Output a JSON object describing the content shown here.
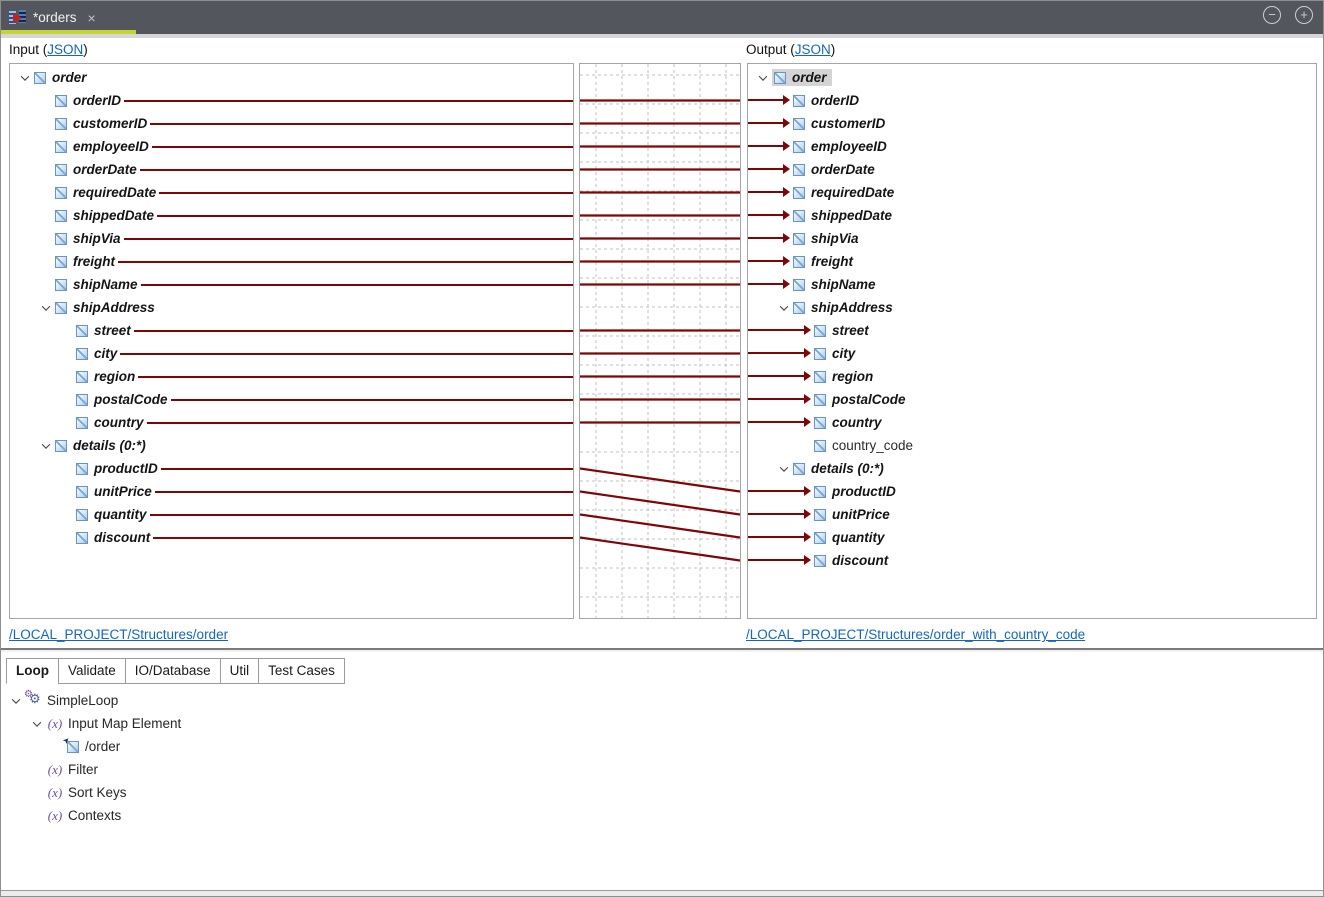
{
  "window": {
    "title": "*orders"
  },
  "icons": {
    "close": "×",
    "minus": "−",
    "plus": "+",
    "gear": "⚙",
    "fx": "(x)"
  },
  "colors": {
    "accent_green": "#c3d434",
    "mapping_line": "#7c0608",
    "link_blue": "#1565c0",
    "titlebar": "#53565d",
    "selection": "#d4d4d4"
  },
  "header": {
    "input_prefix": "Input (",
    "input_link": "JSON",
    "input_suffix": ")",
    "output_prefix": "Output (",
    "output_link": "JSON",
    "output_suffix": ")"
  },
  "input_tree": [
    {
      "label": "order",
      "level": 0,
      "expanded": true,
      "mapped": false
    },
    {
      "label": "orderID",
      "level": 1,
      "mapped": true
    },
    {
      "label": "customerID",
      "level": 1,
      "mapped": true
    },
    {
      "label": "employeeID",
      "level": 1,
      "mapped": true
    },
    {
      "label": "orderDate",
      "level": 1,
      "mapped": true
    },
    {
      "label": "requiredDate",
      "level": 1,
      "mapped": true
    },
    {
      "label": "shippedDate",
      "level": 1,
      "mapped": true
    },
    {
      "label": "shipVia",
      "level": 1,
      "mapped": true
    },
    {
      "label": "freight",
      "level": 1,
      "mapped": true
    },
    {
      "label": "shipName",
      "level": 1,
      "mapped": true
    },
    {
      "label": "shipAddress",
      "level": 1,
      "expanded": true,
      "mapped": false
    },
    {
      "label": "street",
      "level": 2,
      "mapped": true
    },
    {
      "label": "city",
      "level": 2,
      "mapped": true
    },
    {
      "label": "region",
      "level": 2,
      "mapped": true
    },
    {
      "label": "postalCode",
      "level": 2,
      "mapped": true
    },
    {
      "label": "country",
      "level": 2,
      "mapped": true
    },
    {
      "label": "details (0:*)",
      "level": 1,
      "expanded": true,
      "mapped": false
    },
    {
      "label": "productID",
      "level": 2,
      "mapped": true
    },
    {
      "label": "unitPrice",
      "level": 2,
      "mapped": true
    },
    {
      "label": "quantity",
      "level": 2,
      "mapped": true
    },
    {
      "label": "discount",
      "level": 2,
      "mapped": true
    }
  ],
  "output_tree": [
    {
      "label": "order",
      "level": 0,
      "expanded": true,
      "mapped": false,
      "selected": true
    },
    {
      "label": "orderID",
      "level": 1,
      "mapped": true
    },
    {
      "label": "customerID",
      "level": 1,
      "mapped": true
    },
    {
      "label": "employeeID",
      "level": 1,
      "mapped": true
    },
    {
      "label": "orderDate",
      "level": 1,
      "mapped": true
    },
    {
      "label": "requiredDate",
      "level": 1,
      "mapped": true
    },
    {
      "label": "shippedDate",
      "level": 1,
      "mapped": true
    },
    {
      "label": "shipVia",
      "level": 1,
      "mapped": true
    },
    {
      "label": "freight",
      "level": 1,
      "mapped": true
    },
    {
      "label": "shipName",
      "level": 1,
      "mapped": true
    },
    {
      "label": "shipAddress",
      "level": 1,
      "expanded": true,
      "mapped": false
    },
    {
      "label": "street",
      "level": 2,
      "mapped": true
    },
    {
      "label": "city",
      "level": 2,
      "mapped": true
    },
    {
      "label": "region",
      "level": 2,
      "mapped": true
    },
    {
      "label": "postalCode",
      "level": 2,
      "mapped": true
    },
    {
      "label": "country",
      "level": 2,
      "mapped": true
    },
    {
      "label": "country_code",
      "level": 2,
      "mapped": false,
      "plain": true
    },
    {
      "label": "details (0:*)",
      "level": 1,
      "expanded": true,
      "mapped": false
    },
    {
      "label": "productID",
      "level": 2,
      "mapped": true
    },
    {
      "label": "unitPrice",
      "level": 2,
      "mapped": true
    },
    {
      "label": "quantity",
      "level": 2,
      "mapped": true
    },
    {
      "label": "discount",
      "level": 2,
      "mapped": true
    }
  ],
  "mappings": [
    [
      1,
      1
    ],
    [
      2,
      2
    ],
    [
      3,
      3
    ],
    [
      4,
      4
    ],
    [
      5,
      5
    ],
    [
      6,
      6
    ],
    [
      7,
      7
    ],
    [
      8,
      8
    ],
    [
      9,
      9
    ],
    [
      11,
      11
    ],
    [
      12,
      12
    ],
    [
      13,
      13
    ],
    [
      14,
      14
    ],
    [
      15,
      15
    ],
    [
      17,
      18
    ],
    [
      18,
      19
    ],
    [
      19,
      20
    ],
    [
      20,
      21
    ]
  ],
  "links": {
    "input": "/LOCAL_PROJECT/Structures/order",
    "output": "/LOCAL_PROJECT/Structures/order_with_country_code"
  },
  "bottom": {
    "tabs": [
      {
        "label": "Loop",
        "active": true
      },
      {
        "label": "Validate",
        "active": false
      },
      {
        "label": "IO/Database",
        "active": false
      },
      {
        "label": "Util",
        "active": false
      },
      {
        "label": "Test Cases",
        "active": false
      }
    ],
    "tree": [
      {
        "label": "SimpleLoop",
        "level": 0,
        "icon": "gears",
        "expanded": true
      },
      {
        "label": "Input Map Element",
        "level": 1,
        "icon": "fx",
        "expanded": true
      },
      {
        "label": "/order",
        "level": 2,
        "icon": "map-element"
      },
      {
        "label": "Filter",
        "level": 1,
        "icon": "fx"
      },
      {
        "label": "Sort Keys",
        "level": 1,
        "icon": "fx"
      },
      {
        "label": "Contexts",
        "level": 1,
        "icon": "fx"
      }
    ]
  }
}
